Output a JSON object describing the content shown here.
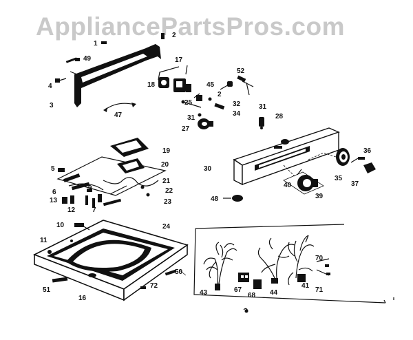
{
  "watermark": "AppliancePartsPros.com",
  "part_labels": {
    "p1": "1",
    "p2": "2",
    "p2b": "2",
    "p3": "3",
    "p4": "4",
    "p5": "5",
    "p6": "6",
    "p7": "7",
    "p9": "9",
    "p10": "10",
    "p11": "11",
    "p12": "12",
    "p13": "13",
    "p16": "16",
    "p17": "17",
    "p18": "18",
    "p19": "19",
    "p20": "20",
    "p21": "21",
    "p22": "22",
    "p23": "23",
    "p24": "24",
    "p25": "25",
    "p27": "27",
    "p28": "28",
    "p30": "30",
    "p31a": "31",
    "p31b": "31",
    "p32": "32",
    "p34": "34",
    "p35": "35",
    "p36": "36",
    "p37": "37",
    "p39": "39",
    "p40": "40",
    "p41": "41",
    "p43": "43",
    "p44": "44",
    "p45": "45",
    "p47": "47",
    "p48": "48",
    "p49": "49",
    "p50": "50",
    "p51": "51",
    "p52": "52",
    "p67": "67",
    "p68": "68",
    "p70": "70",
    "p71": "71",
    "p72": "72"
  }
}
